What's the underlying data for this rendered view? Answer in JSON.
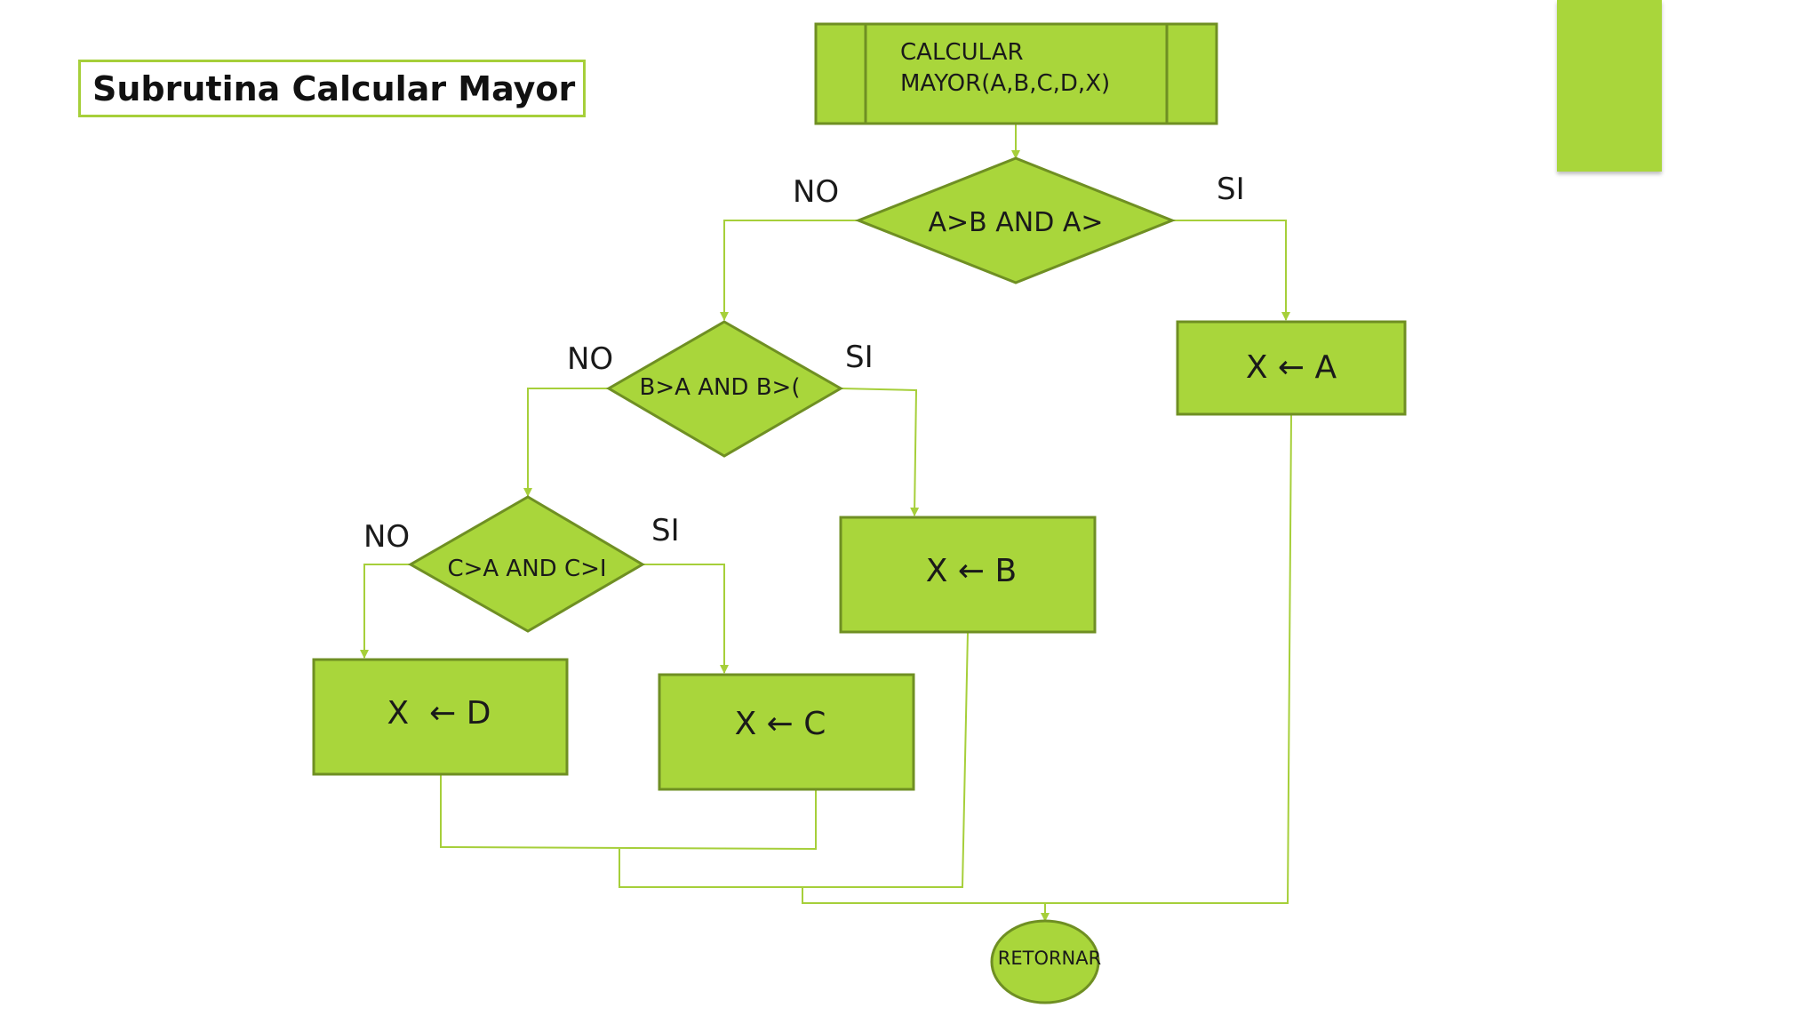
{
  "title": "Subrutina Calcular Mayor",
  "colors": {
    "fill": "#a9d63b",
    "stroke": "#6f8f23",
    "connector": "#a6cf3a",
    "text": "#1a1a1a"
  },
  "nodes": {
    "start_line1": "CALCULAR",
    "start_line2": "MAYOR(A,B,C,D,X)",
    "decision1": "A>B AND A>",
    "decision2": "B>A AND B>(",
    "decision3": "C>A AND C>I",
    "assign_a": "X ← A",
    "assign_b": "X ← B",
    "assign_c": "X ← C",
    "assign_d": "X  ← D",
    "end": "RETORNAR"
  },
  "labels": {
    "d1_no": "NO",
    "d1_si": "SI",
    "d2_no": "NO",
    "d2_si": "SI",
    "d3_no": "NO",
    "d3_si": "SI"
  }
}
